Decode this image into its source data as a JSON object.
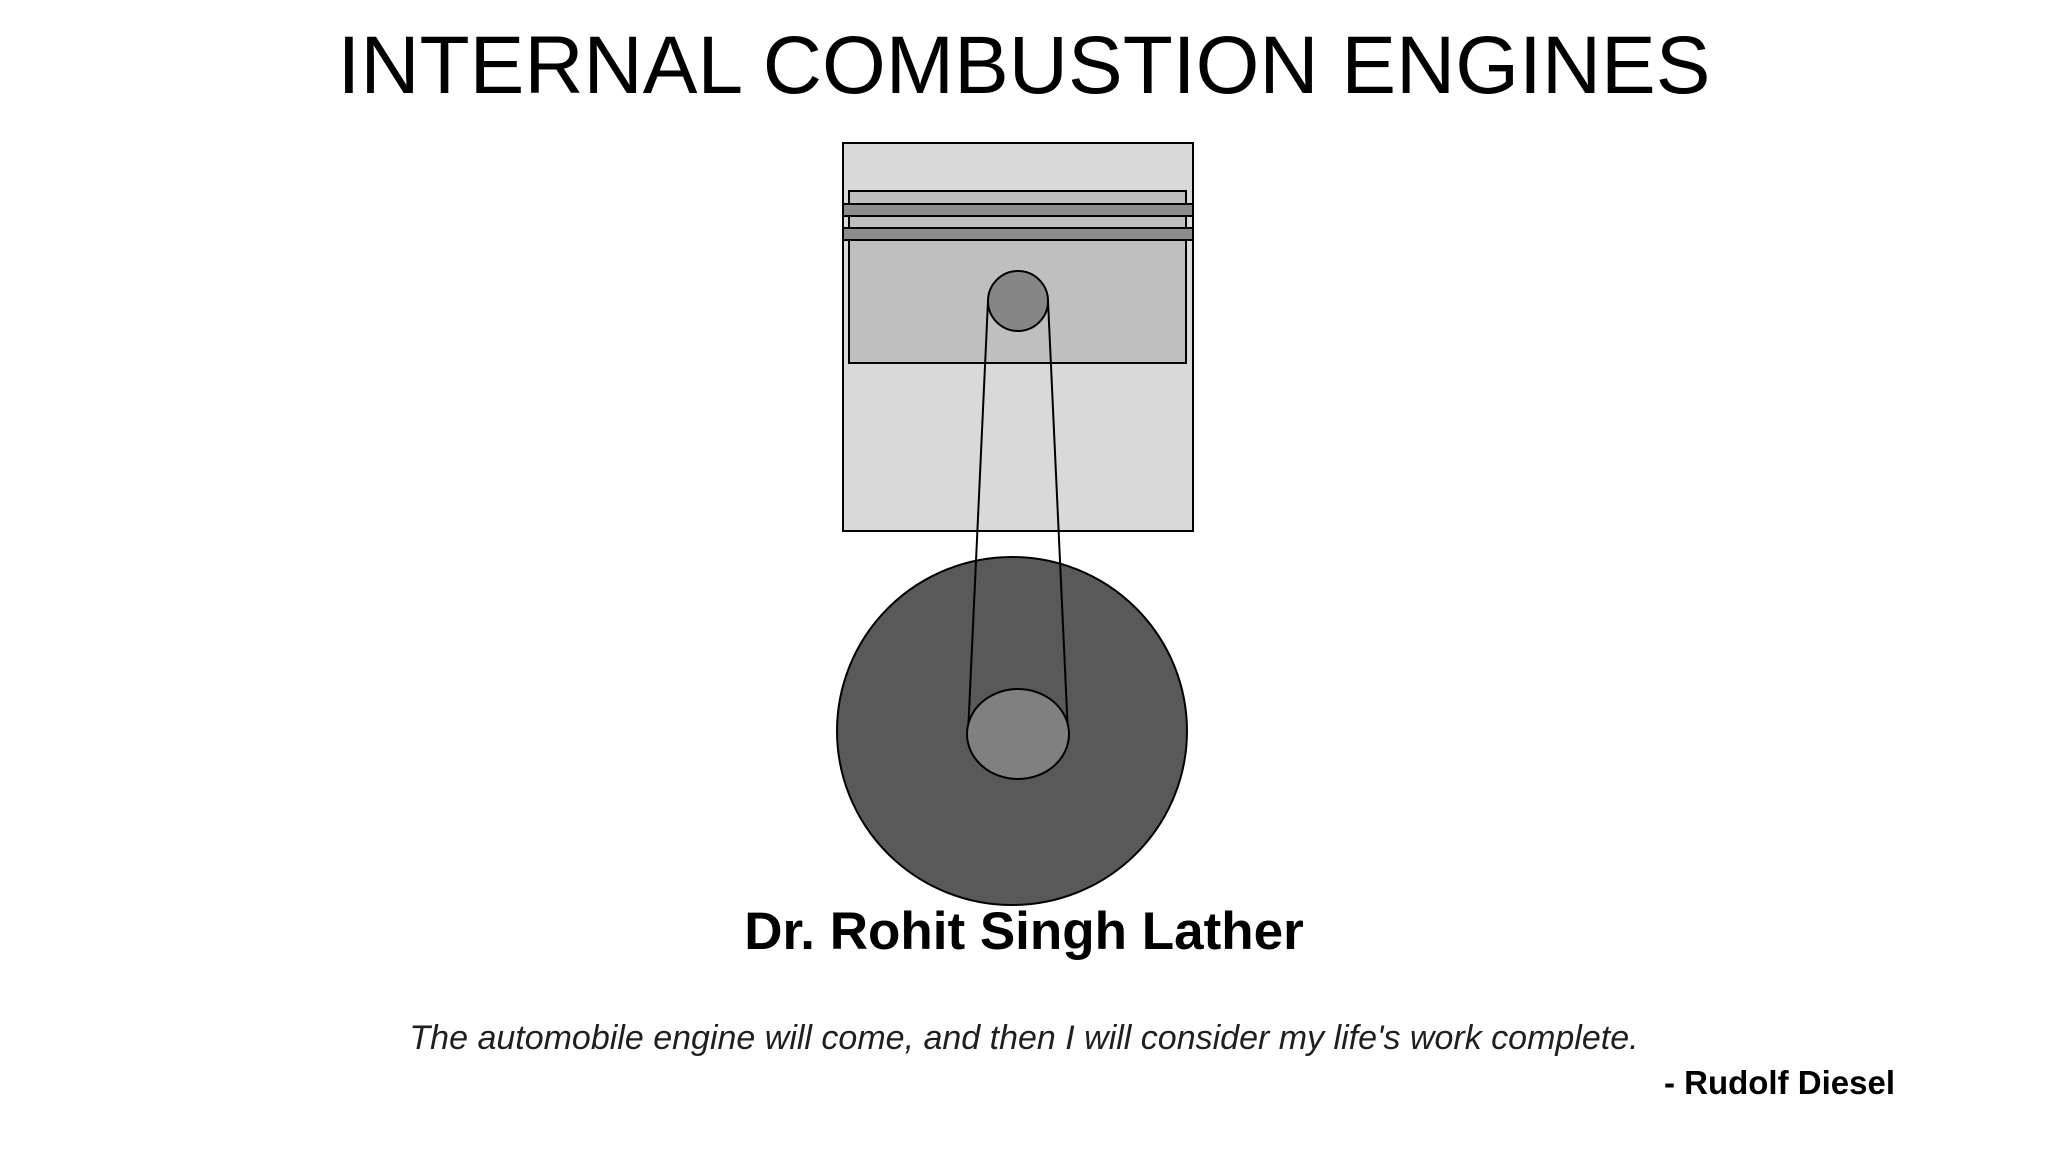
{
  "slide": {
    "title": "INTERNAL COMBUSTION ENGINES",
    "author": "Dr. Rohit Singh Lather",
    "quote": "The automobile engine will come, and then I will consider my life's work complete.",
    "quote_author": "- Rudolf Diesel"
  },
  "diagram": {
    "parts": [
      "cylinder",
      "piston",
      "piston-rings",
      "wrist-pin",
      "connecting-rod",
      "crank-disc",
      "crank-pin"
    ],
    "colors": {
      "cylinder": "#d9d9d9",
      "piston": "#bfbfbf",
      "piston_rings": "#8c8c8c",
      "wrist_pin": "#868686",
      "crank_disc": "#595959",
      "crank_pin": "#808080",
      "outline": "#000000"
    }
  }
}
